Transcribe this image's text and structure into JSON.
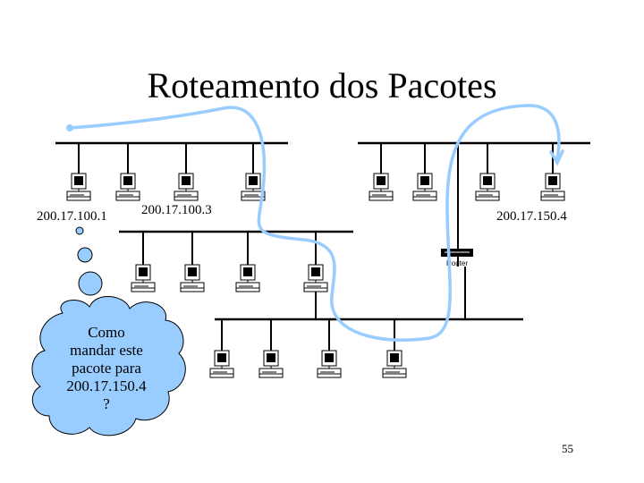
{
  "slide": {
    "title": "Roteamento dos Pacotes",
    "page_number": "55"
  },
  "hosts": [
    {
      "label": "200.17.100.1"
    },
    {
      "label": "200.17.100.3"
    },
    {
      "label": "200.17.150.4"
    }
  ],
  "router": {
    "label": "Router"
  },
  "thought_bubble": {
    "lines": [
      "Como",
      "mandar este",
      "pacote para",
      "200.17.150.4",
      "?"
    ],
    "fill": "#99ccff"
  },
  "colors": {
    "route": "#99ccff",
    "network": "#000000"
  },
  "icons": [
    "computer-icon",
    "router-icon",
    "thought-bubble"
  ]
}
